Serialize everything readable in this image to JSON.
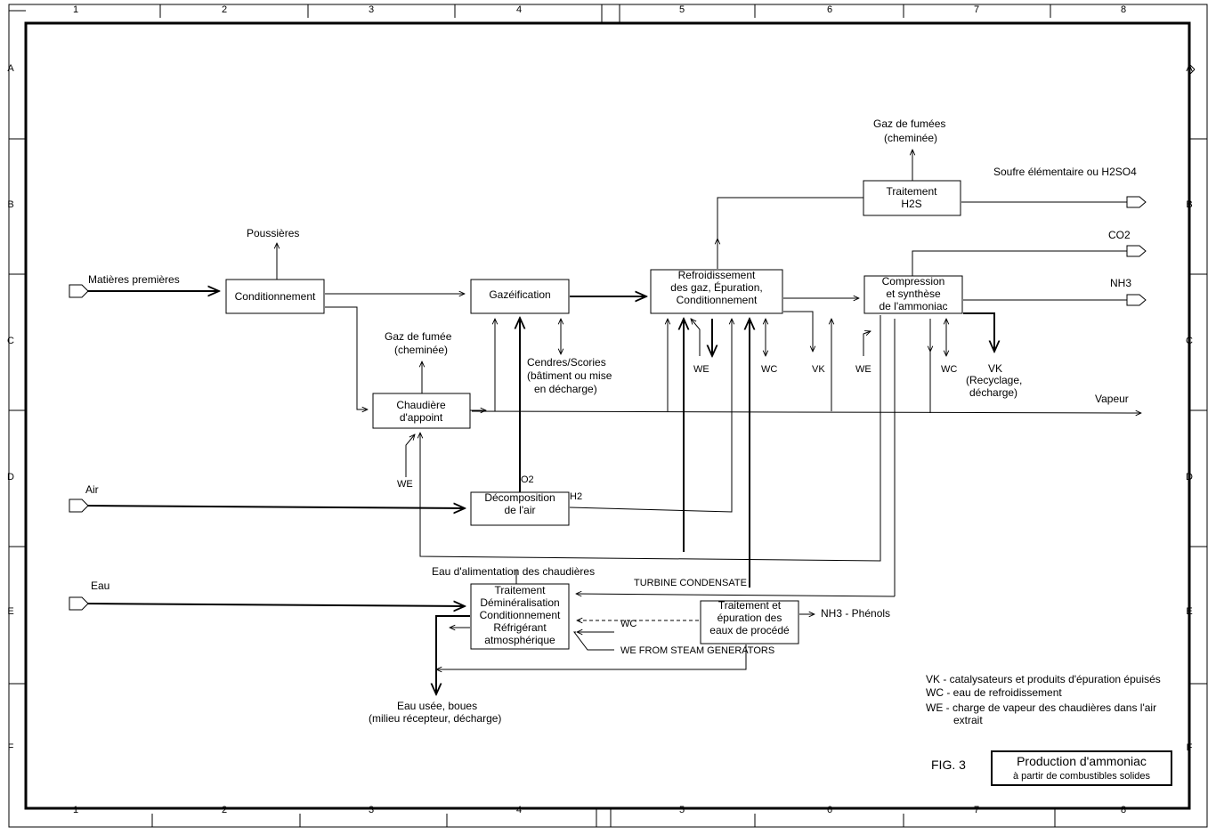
{
  "frame": {
    "columns": [
      "1",
      "2",
      "3",
      "4",
      "5",
      "6",
      "7",
      "8"
    ],
    "rows": [
      "A",
      "B",
      "C",
      "D",
      "E",
      "F"
    ]
  },
  "boxes": {
    "conditionnement": [
      "Conditionnement"
    ],
    "gazeification": [
      "Gazéification"
    ],
    "refroidissement": [
      "Refroidissement",
      "des gaz, Épuration,",
      "Conditionnement"
    ],
    "traitement_h2s": [
      "Traitement",
      "H2S"
    ],
    "compression": [
      "Compression",
      "et synthèse",
      "de l'ammoniac"
    ],
    "chaudiere": [
      "Chaudière",
      "d'appoint"
    ],
    "decomposition": [
      "Décomposition",
      "de l'air"
    ],
    "traitement_eau": [
      "Traitement",
      "Déminéralisation",
      "Conditionnement",
      "Réfrigérant",
      "atmosphérique"
    ],
    "traitement_proc": [
      "Traitement  et",
      "épuration des",
      "eaux de procédé"
    ]
  },
  "labels": {
    "matieres": "Matières premières",
    "air": "Air",
    "eau": "Eau",
    "poussieres": "Poussières",
    "gaz_fumee_chaud": [
      "Gaz de   fumée",
      "(cheminée)"
    ],
    "gaz_fumees_top": [
      "Gaz de fumées",
      "(cheminée)"
    ],
    "soufre": "Soufre élémentaire ou  H2SO4",
    "co2": "CO2",
    "nh3": "NH3",
    "vapeur": "Vapeur",
    "cendres": [
      "Cendres/Scories",
      "(bâtiment  ou mise",
      "en décharge)"
    ],
    "o2": "O2",
    "h2": "H2",
    "we_chaud": "WE",
    "we1": "WE",
    "wc1": "WC",
    "vk1": "VK",
    "we2": "WE",
    "wc2": "WC",
    "vk2": [
      "VK",
      "(Recyclage,",
      "décharge)"
    ],
    "eau_alim": "Eau d'alimentation des chaudières",
    "turbine": "TURBINE CONDENSATE",
    "wc_dash": "WC",
    "we_steam": "WE    FROM STEAM GENERATORS",
    "nh3_phenols": "NH3 -  Phénols",
    "eau_usee": [
      "Eau usée, boues",
      "(milieu récepteur, décharge)"
    ]
  },
  "legend": {
    "vk": "VK   - catalysateurs et produits d'épuration épuisés",
    "wc": "WC  - eau de refroidissement",
    "we": "WE  - charge de vapeur des chaudières dans l'air",
    "we_cont": "extrait"
  },
  "fig": "FIG. 3",
  "title": [
    "Production d'ammoniac",
    "à partir de combustibles solides"
  ]
}
